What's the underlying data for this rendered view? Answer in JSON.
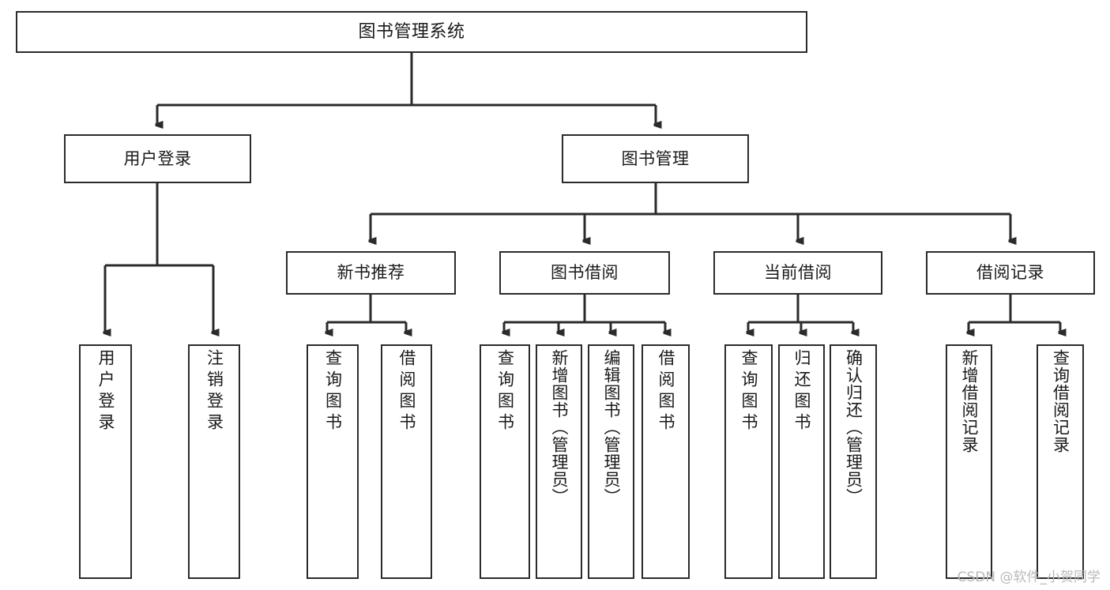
{
  "diagram": {
    "title": "图书管理系统",
    "type": "tree",
    "orientation": "top-down",
    "style": {
      "box_fill": "#ffffff",
      "box_stroke": "#2b2b2b",
      "text_color": "#1a1a1a",
      "edge_color": "#2b2b2b",
      "watermark_color": "#b9b9b9"
    },
    "nodes": {
      "root": {
        "label": "图书管理系统"
      },
      "level2": [
        {
          "label": "用户登录"
        },
        {
          "label": "图书管理"
        }
      ],
      "level3": [
        {
          "label": "新书推荐"
        },
        {
          "label": "图书借阅"
        },
        {
          "label": "当前借阅"
        },
        {
          "label": "借阅记录"
        }
      ],
      "leaves": {
        "user_login": [
          {
            "label": "用户登录"
          },
          {
            "label": "注销登录"
          }
        ],
        "new_book_recommend": [
          {
            "label": "查询图书"
          },
          {
            "label": "借阅图书"
          }
        ],
        "book_borrow": [
          {
            "label": "查询图书"
          },
          {
            "label": "新增图书（管理员）"
          },
          {
            "label": "编辑图书（管理员）"
          },
          {
            "label": "借阅图书"
          }
        ],
        "current_borrow": [
          {
            "label": "查询图书"
          },
          {
            "label": "归还图书"
          },
          {
            "label": "确认归还（管理员）"
          }
        ],
        "borrow_record": [
          {
            "label": "新增借阅记录"
          },
          {
            "label": "查询借阅记录"
          }
        ]
      }
    },
    "edges": [
      {
        "from": "图书管理系统",
        "to": "用户登录"
      },
      {
        "from": "图书管理系统",
        "to": "图书管理"
      },
      {
        "from": "用户登录",
        "to": "用户登录"
      },
      {
        "from": "用户登录",
        "to": "注销登录"
      },
      {
        "from": "图书管理",
        "to": "新书推荐"
      },
      {
        "from": "图书管理",
        "to": "图书借阅"
      },
      {
        "from": "图书管理",
        "to": "当前借阅"
      },
      {
        "from": "图书管理",
        "to": "借阅记录"
      },
      {
        "from": "新书推荐",
        "to": "查询图书"
      },
      {
        "from": "新书推荐",
        "to": "借阅图书"
      },
      {
        "from": "图书借阅",
        "to": "查询图书"
      },
      {
        "from": "图书借阅",
        "to": "新增图书（管理员）"
      },
      {
        "from": "图书借阅",
        "to": "编辑图书（管理员）"
      },
      {
        "from": "图书借阅",
        "to": "借阅图书"
      },
      {
        "from": "当前借阅",
        "to": "查询图书"
      },
      {
        "from": "当前借阅",
        "to": "归还图书"
      },
      {
        "from": "当前借阅",
        "to": "确认归还（管理员）"
      },
      {
        "from": "借阅记录",
        "to": "新增借阅记录"
      },
      {
        "from": "借阅记录",
        "to": "查询借阅记录"
      }
    ]
  },
  "watermark": {
    "text": "CSDN @软件_小贺同学"
  }
}
